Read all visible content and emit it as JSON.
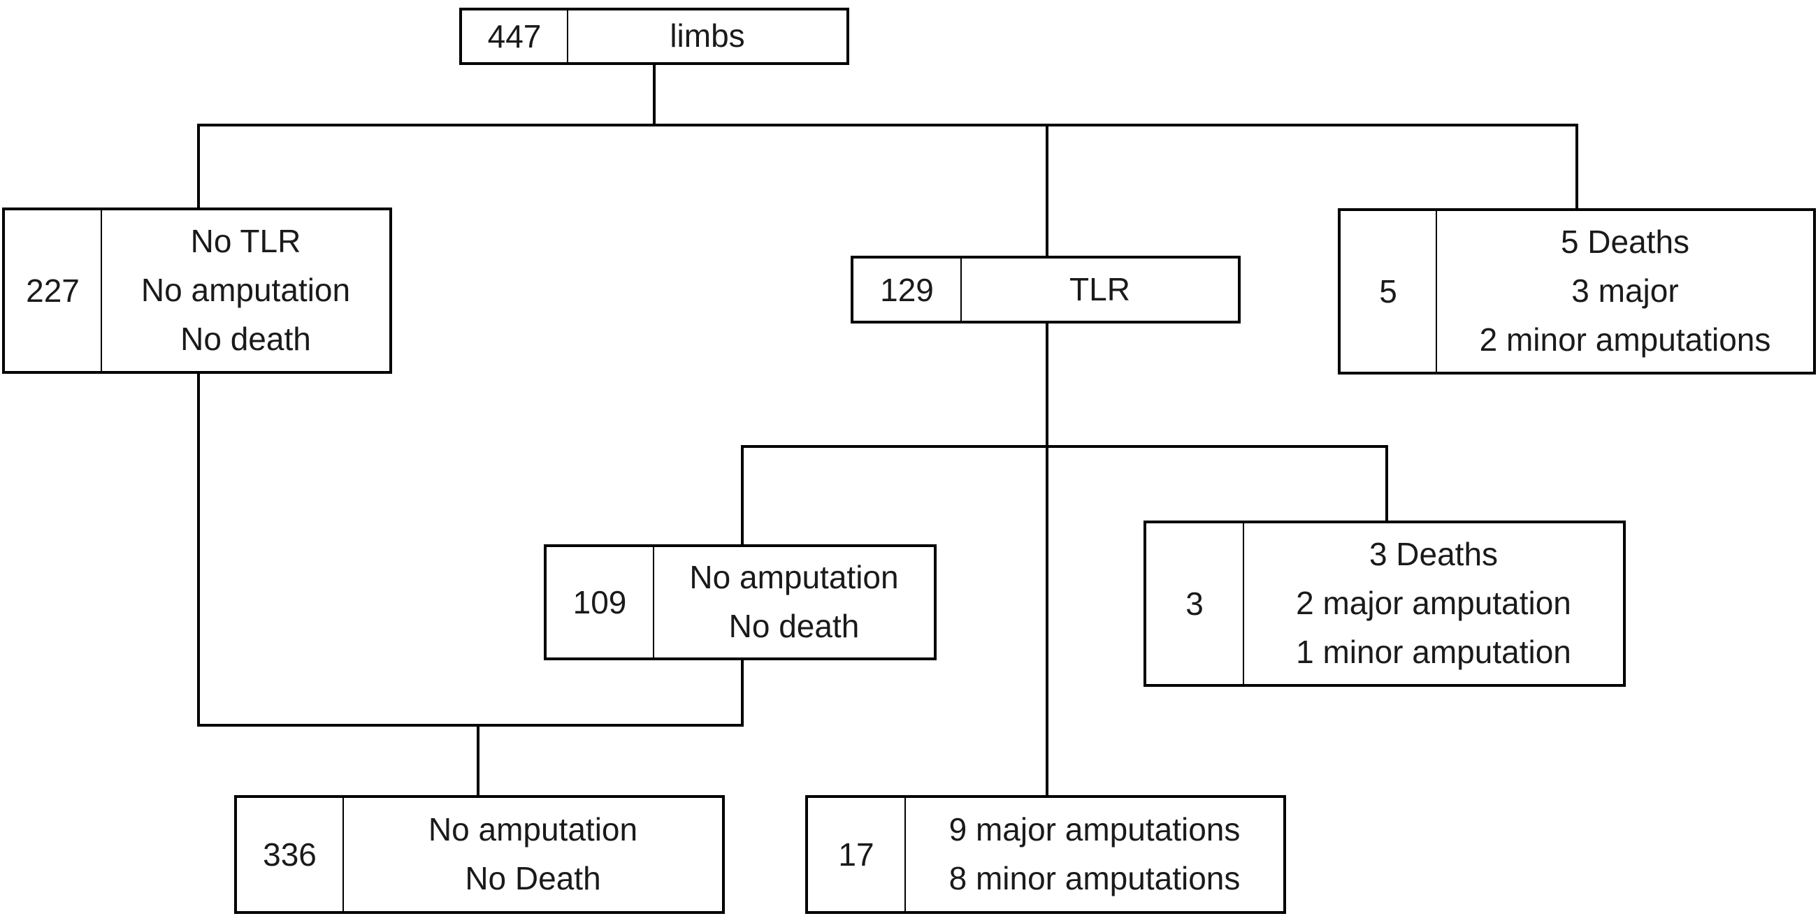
{
  "diagram": {
    "type": "flowchart",
    "background_color": "#ffffff",
    "line_color": "#000000",
    "text_color": "#1a1a1a",
    "nodes": {
      "root": {
        "count": "447",
        "lines": [
          "limbs"
        ]
      },
      "no_tlr": {
        "count": "227",
        "lines": [
          "No TLR",
          "No amputation",
          "No death"
        ]
      },
      "tlr": {
        "count": "129",
        "lines": [
          "TLR"
        ]
      },
      "deaths_initial": {
        "count": "5",
        "lines": [
          "5 Deaths",
          "3 major",
          "2 minor amputations"
        ]
      },
      "tlr_event_free": {
        "count": "109",
        "lines": [
          "No amputation",
          "No death"
        ]
      },
      "tlr_deaths": {
        "count": "3",
        "lines": [
          "3 Deaths",
          "2 major amputation",
          "1 minor amputation"
        ]
      },
      "merged_event_free": {
        "count": "336",
        "lines": [
          "No amputation",
          "No Death"
        ]
      },
      "tlr_amputations": {
        "count": "17",
        "lines": [
          "9 major amputations",
          "8 minor amputations"
        ]
      }
    }
  }
}
